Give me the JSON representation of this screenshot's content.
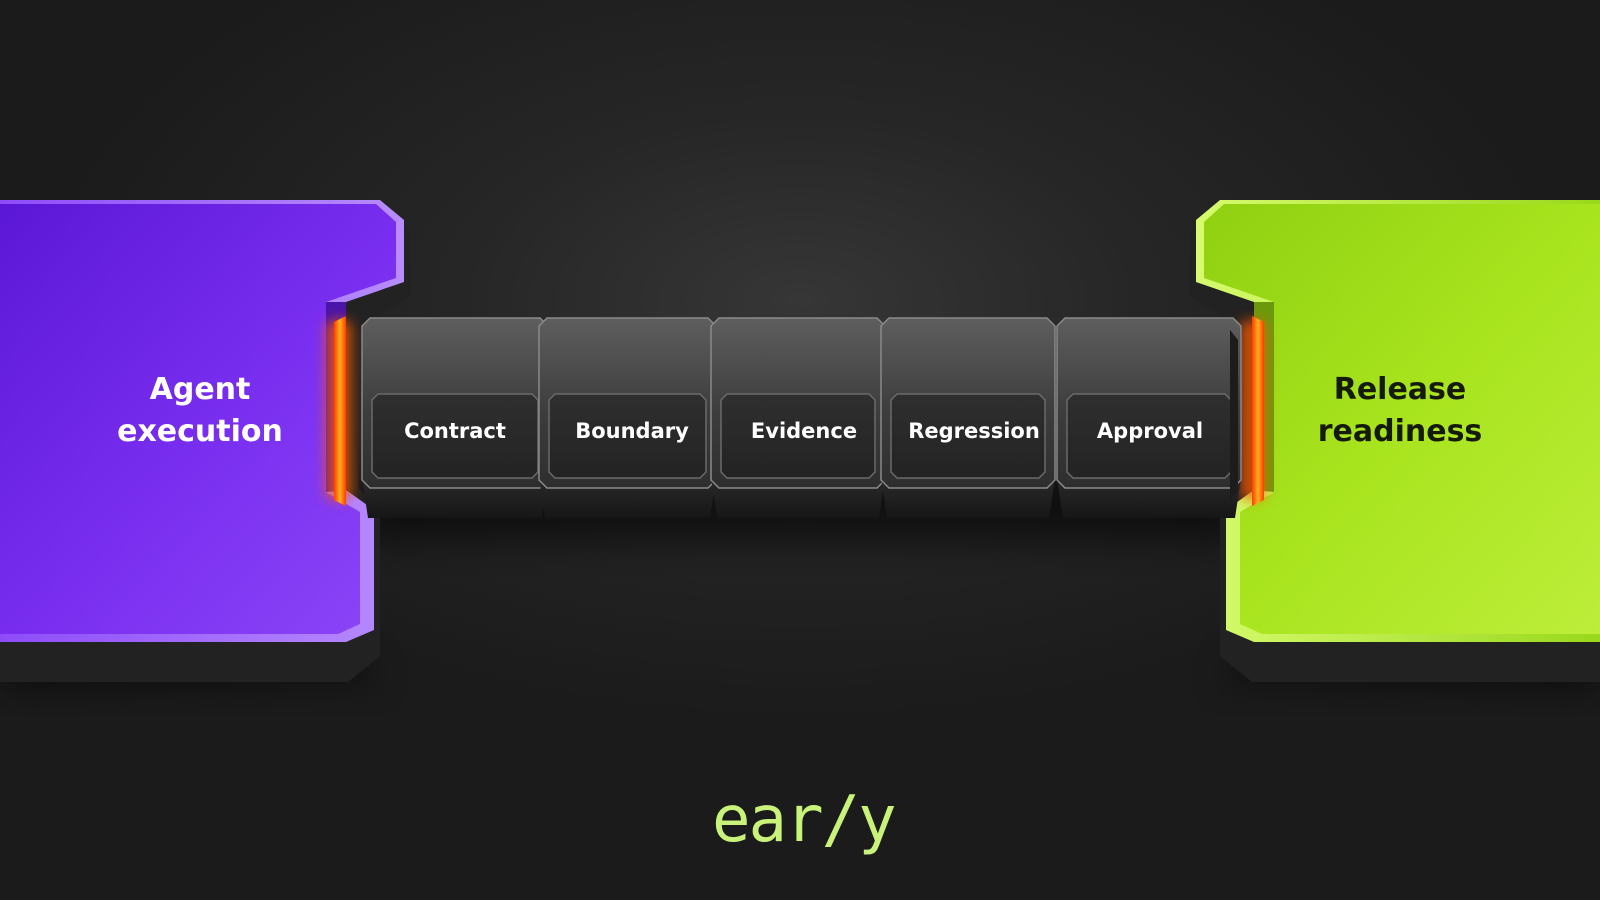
{
  "diagram": {
    "source": {
      "label_lines": [
        "Agent",
        "execution"
      ],
      "color": "#7a2ff0"
    },
    "target": {
      "label_lines": [
        "Release",
        "readiness"
      ],
      "color": "#a8e41e"
    },
    "steps": [
      {
        "label": "Contract"
      },
      {
        "label": "Boundary"
      },
      {
        "label": "Evidence"
      },
      {
        "label": "Regression"
      },
      {
        "label": "Approval"
      }
    ],
    "glow_color": "#ff6a00"
  },
  "brand": {
    "logo_text": "ear/y",
    "color": "#c8f27a"
  }
}
